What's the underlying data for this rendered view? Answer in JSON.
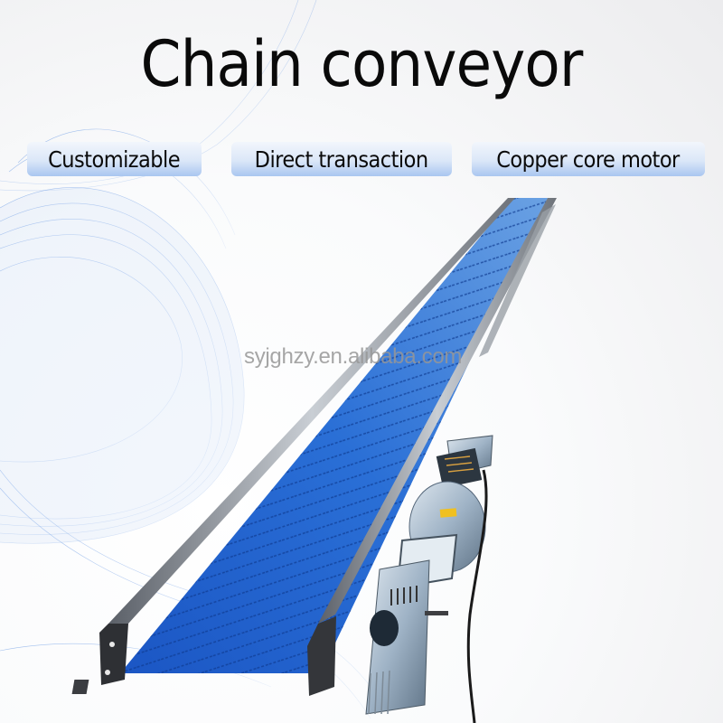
{
  "title": "Chain conveyor",
  "badges": [
    {
      "label": "Customizable"
    },
    {
      "label": "Direct transaction"
    },
    {
      "label": "Copper core motor"
    }
  ],
  "watermark": "syjghzy.en.alibaba.com",
  "product": {
    "name": "Chain conveyor",
    "belt_color": "#1f5fc8",
    "frame_color": "#8a8f96",
    "motor_color": "#b8c6d4",
    "motor_label_color": "#f0c020"
  },
  "colors": {
    "badge_top": "#f2f6fc",
    "badge_bottom": "#a9c6f0",
    "title_text": "#0a0a0a",
    "wave_blue": "#4d86e0"
  }
}
